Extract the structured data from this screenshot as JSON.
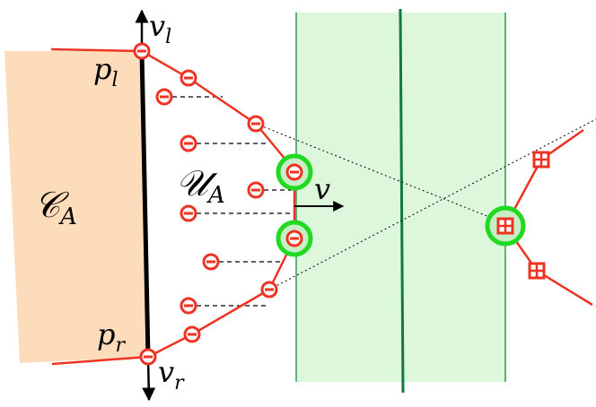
{
  "labels": {
    "region": "𝒞",
    "region_sub": "A",
    "set": "𝒰",
    "set_sub": "A",
    "vl": "v",
    "vl_sub": "l",
    "vr": "v",
    "vr_sub": "r",
    "pl": "p",
    "pl_sub": "l",
    "pr": "p",
    "pr_sub": "r",
    "velocity": "v"
  },
  "colors": {
    "region_fill": "#fcdcba",
    "band_fill": "#ddf7dd",
    "band_line": "#2e9c56",
    "center_line": "#137a3f",
    "chain": "#ee3322",
    "highlight": "#22d922",
    "dashed": "#000000"
  },
  "glyphs": {
    "negative_marker": "minus-circle",
    "positive_marker": "plus-square"
  }
}
